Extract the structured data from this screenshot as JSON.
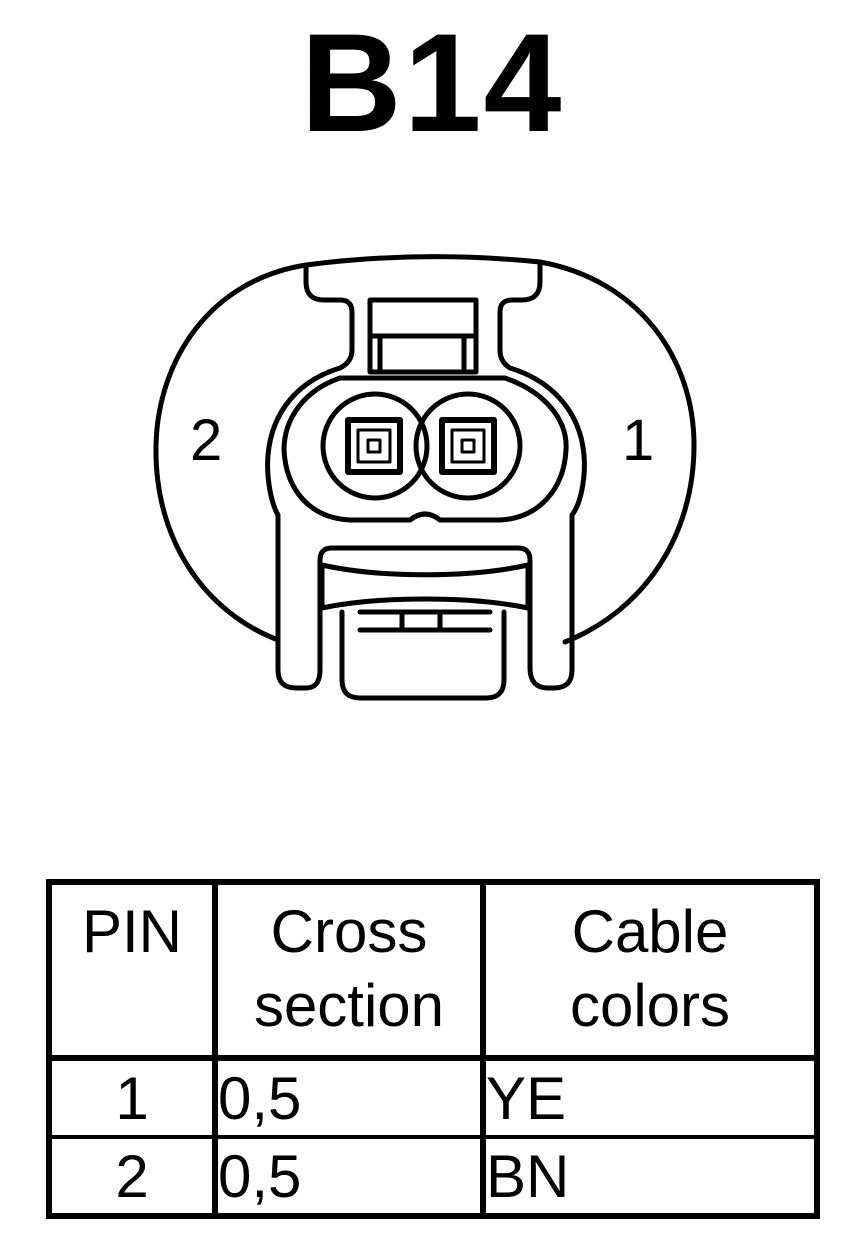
{
  "connector": {
    "title": "B14",
    "left_pin_label": "2",
    "right_pin_label": "1"
  },
  "pin_table": {
    "headers": {
      "pin": "PIN",
      "cross_section_line1": "Cross",
      "cross_section_line2": "section",
      "cable_colors_line1": "Cable",
      "cable_colors_line2": "colors"
    },
    "rows": [
      {
        "pin": "1",
        "cross_section": "0,5",
        "cable_color": "YE"
      },
      {
        "pin": "2",
        "cross_section": "0,5",
        "cable_color": "BN"
      }
    ]
  }
}
